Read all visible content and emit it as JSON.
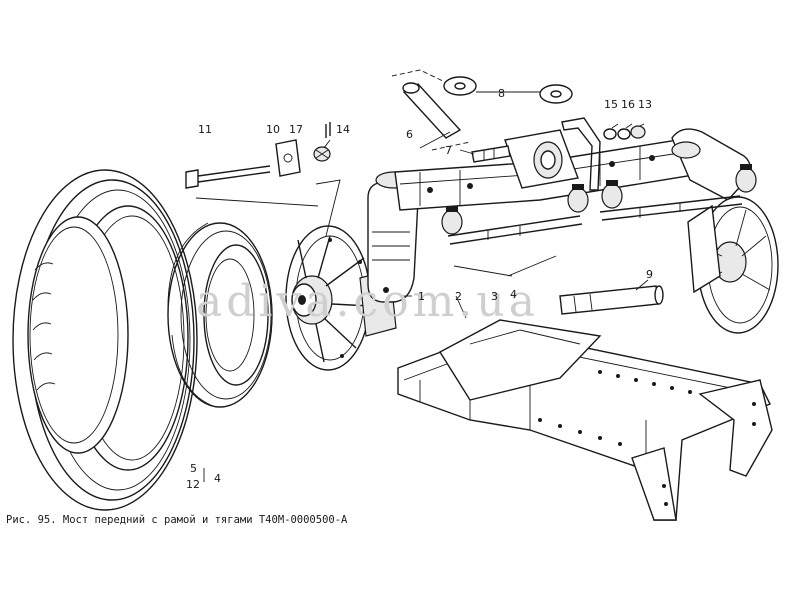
{
  "caption": "Рис. 95. Мост передний с рамой и тягами Т40М-0000500-А",
  "watermark": "adiva.com.ua",
  "callouts": [
    "1",
    "2",
    "3",
    "4",
    "4",
    "5",
    "6",
    "7",
    "8",
    "9",
    "10",
    "11",
    "12",
    "13",
    "14",
    "15",
    "16",
    "17"
  ]
}
